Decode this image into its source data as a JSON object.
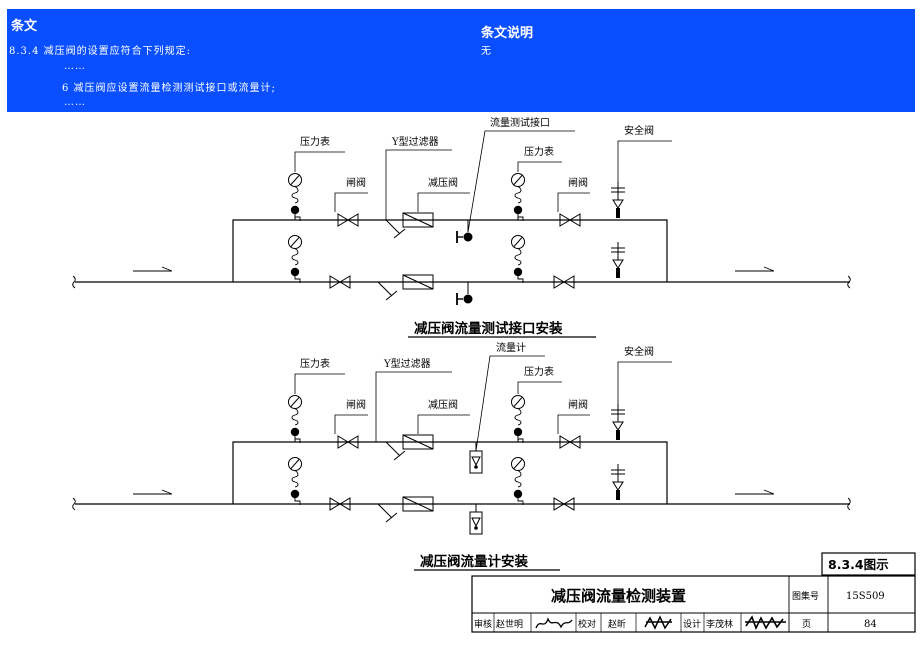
{
  "header": {
    "left_title": "条文",
    "clause_line": "8.3.4  减压阀的设置应符合下列规定:",
    "ellipsis_1": "……",
    "item_line": "6  减压阀应设置流量检测测试接口或流量计;",
    "ellipsis_2": "……",
    "right_title": "条文说明",
    "right_text": "无"
  },
  "top_diagram": {
    "label_pressure_gauge_left": "压力表",
    "label_y_strainer": "Y型过滤器",
    "label_flow_test_port": "流量测试接口",
    "label_pressure_gauge_right": "压力表",
    "label_safety_valve": "安全阀",
    "label_gate_valve_left": "闸阀",
    "label_prv": "减压阀",
    "label_gate_valve_right": "闸阀",
    "caption": "减压阀流量测试接口安装"
  },
  "bottom_diagram": {
    "label_pressure_gauge_left": "压力表",
    "label_y_strainer": "Y型过滤器",
    "label_flow_meter": "流量计",
    "label_pressure_gauge_right": "压力表",
    "label_safety_valve": "安全阀",
    "label_gate_valve_left": "闸阀",
    "label_prv": "减压阀",
    "label_gate_valve_right": "闸阀",
    "caption": "减压阀流量计安装"
  },
  "title_block": {
    "figure_no": "8.3.4图示",
    "drawing_title": "减压阀流量检测装置",
    "atlas_label": "图集号",
    "atlas_no": "15S509",
    "page_label": "页",
    "page_no": "84",
    "review_label": "审核",
    "reviewer": "赵世明",
    "check_label": "校对",
    "checker": "赵昕",
    "design_label": "设计",
    "designer": "李茂林"
  },
  "colors": {
    "header_bg": "#0a4fff",
    "line": "#000000"
  }
}
